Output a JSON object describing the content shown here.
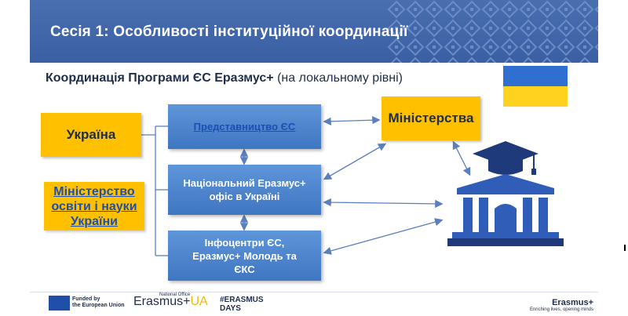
{
  "header": {
    "title": "Сесія 1: Особливості інституційної координації"
  },
  "subtitle": {
    "bold": "Координація Програми ЄС Еразмус+",
    "rest": " (на локальному рівні)"
  },
  "flag": {
    "colors": [
      "#2f6fd0",
      "#ffd21f"
    ]
  },
  "boxes": {
    "ukraine": "Україна",
    "ministry_edu": [
      "Міністерство",
      "освіти і науки",
      "України"
    ],
    "eu_delegation": "Представництво ЄС",
    "national_office": [
      "Національний Еразмус+",
      "офіс в Україні"
    ],
    "info_centers": [
      "Інфоцентри ЄС,",
      "Еразмус+ Молодь та",
      "ЄКС"
    ],
    "ministries": "Міністерства"
  },
  "icons": {
    "university": "university-graduation-icon"
  },
  "footer": {
    "eu_funded": [
      "Funded by",
      "the European Union"
    ],
    "erasmus_ua": {
      "main": "Erasmus+",
      "suffix": "UA"
    },
    "national_office": "National Office",
    "erasmus_days": [
      "#ERASMUS",
      "DAYS"
    ],
    "erasmus_brand": "Erasmus+",
    "tagline": "Enriching lives, opening minds"
  },
  "colors": {
    "header": "#3f66ab",
    "accent_yellow": "#ffc000",
    "box_blue": "#4a82cc"
  }
}
